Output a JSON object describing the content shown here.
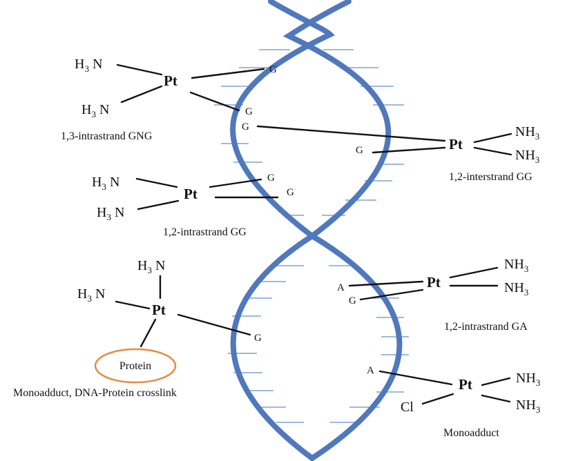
{
  "colors": {
    "strand": "#4f78bd",
    "rung": "#7aa3d8",
    "protein_outline": "#e8893a"
  },
  "labels": {
    "pt": "Pt",
    "h3n_H": "H",
    "h3n_sub": "3",
    "h3n_N": " N",
    "nh3_NH": "NH",
    "nh3_sub": "3",
    "G": "G",
    "A": "A",
    "Cl": "Cl",
    "protein": "Protein"
  },
  "captions": {
    "gng": "1,3-intrastrand GNG",
    "interstrand": "1,2-interstrand GG",
    "intrastrand_gg": "1,2-intrastrand GG",
    "intrastrand_ga": "1,2-intrastrand GA",
    "monoadduct_protein": "Monoadduct,  DNA-Protein crosslink",
    "monoadduct": "Monoadduct"
  }
}
